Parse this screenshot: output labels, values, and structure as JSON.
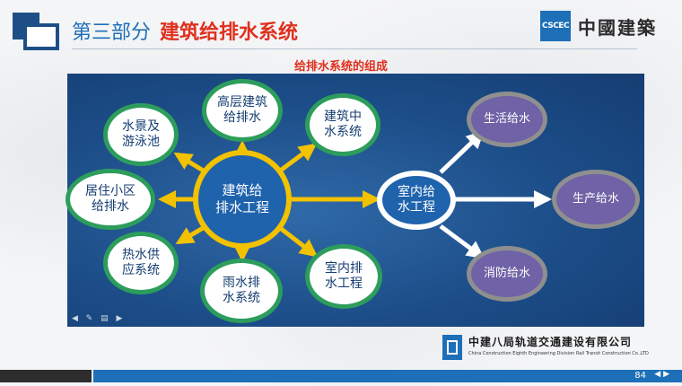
{
  "header": {
    "section": "第三部分",
    "title": "建筑给排水系统",
    "brand_text": "中國建築",
    "brand_mark": "CSCEC"
  },
  "diagram": {
    "caption": "给排水系统的组成",
    "center": "建筑给\n排水工程",
    "white_nodes": {
      "high_rise": "高层建筑\n给排水",
      "reclaimed": "建筑中\n水系统",
      "landscape": "水景及\n游泳池",
      "residential": "居住小区\n给排水",
      "hot_water": "热水供\n应系统",
      "rainwater": "雨水排\n水系统",
      "indoor_drain": "室内排\n水工程"
    },
    "indoor_supply": "室内给\n水工程",
    "purple_nodes": {
      "domestic": "生活给水",
      "production": "生产给水",
      "fire": "消防给水"
    },
    "colors": {
      "yellow_arrow": "#f2c200",
      "white_arrow": "#ffffff",
      "node_ring": "#2d9d5c",
      "purple": "#6f62a6",
      "panel": "#1c4d88"
    }
  },
  "footer": {
    "company_cn": "中建八局轨道交通建设有限公司",
    "company_en": "China Construction Eighth Engineering Division Rail Transit Construction Co.,LTD",
    "page": "84",
    "nav": "◀  ▶"
  }
}
